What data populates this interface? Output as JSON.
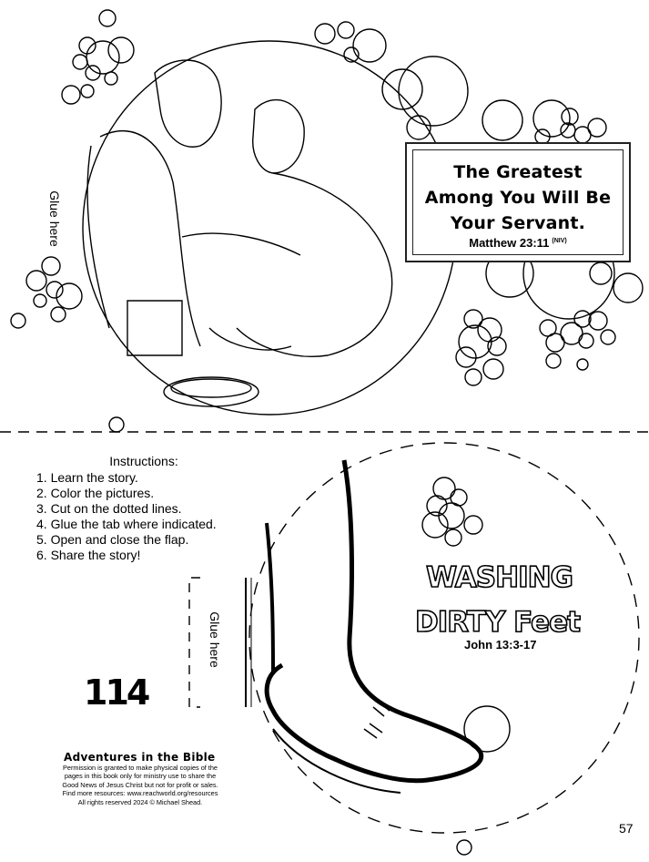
{
  "verse": {
    "line1": "The Greatest",
    "line2": "Among You Will Be",
    "line3": "Your Servant.",
    "reference": "Matthew 23:11",
    "version": "(NIV)"
  },
  "glue_top": "Glue here",
  "glue_bottom": "Glue here",
  "instructions": {
    "heading": "Instructions:",
    "steps": [
      "1. Learn the story.",
      "2. Color the pictures.",
      "3. Cut on the dotted lines.",
      "4. Glue the tab where indicated.",
      "5. Open and close the flap.",
      "6. Share the story!"
    ]
  },
  "story_number": "114",
  "story_title": {
    "line1": "WASHING",
    "line2": "DIRTY Feet",
    "reference": "John 13:3-17"
  },
  "footer": {
    "series": "Adventures in the Bible",
    "permission": [
      "Permission is granted to make physical copies of the",
      "pages in this book only for ministry use to share the",
      "Good News of Jesus Christ but not for profit or sales.",
      "Find more resources: www.reachworld.org/resources",
      "All rights reserved 2024 © Michael Shead."
    ]
  },
  "page_number": "57"
}
